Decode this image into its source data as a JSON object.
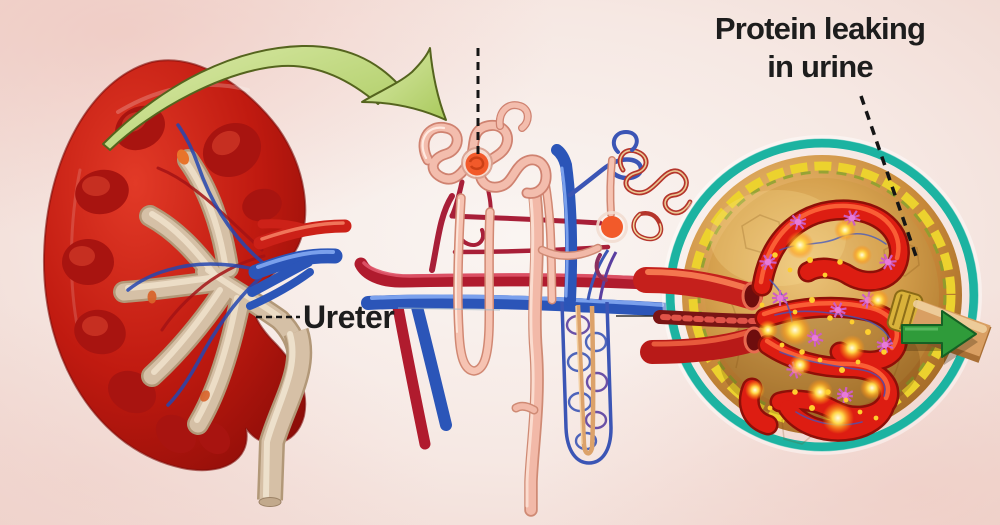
{
  "title": "Kidney nephron illustration - protein leaking in urine",
  "labels": {
    "protein_line1": "Protein leaking",
    "protein_line2": "in urine",
    "ureter": "Ureter"
  },
  "colors": {
    "background_pink": "#f6e8e3",
    "label_text": "#1d1d1d",
    "inset_ring_teal": "#1cb3a1",
    "flow_arrow_green": "#2f9b3a",
    "curved_arrow_green_light": "#dcebac",
    "curved_arrow_green_dark": "#a9c95c",
    "curved_arrow_outline": "#55641e",
    "kidney_red": "#c0170f",
    "artery_red": "#cc2118",
    "dark_artery_red": "#b01b2e",
    "vein_blue": "#2b55b8",
    "tubule_pink": "#f3bdad",
    "collecting_duct_pink": "#f2b9a8",
    "glomerulus_orange": "#f25a2a",
    "capsule_gold": "#cf9a44",
    "capsule_cell_yellow": "#ecd22e",
    "podocyte_pink": "#cf5ec2",
    "protein_glow_yellow": "#ffd84a",
    "ureter_cream": "#d6c0a6",
    "vasa_recta_purple": "#5a3fa0",
    "pointer_line_black": "#151515"
  },
  "icons": {
    "curved_arrow": "curved-arrow-icon",
    "flow_arrow": "flow-arrow-icon"
  }
}
